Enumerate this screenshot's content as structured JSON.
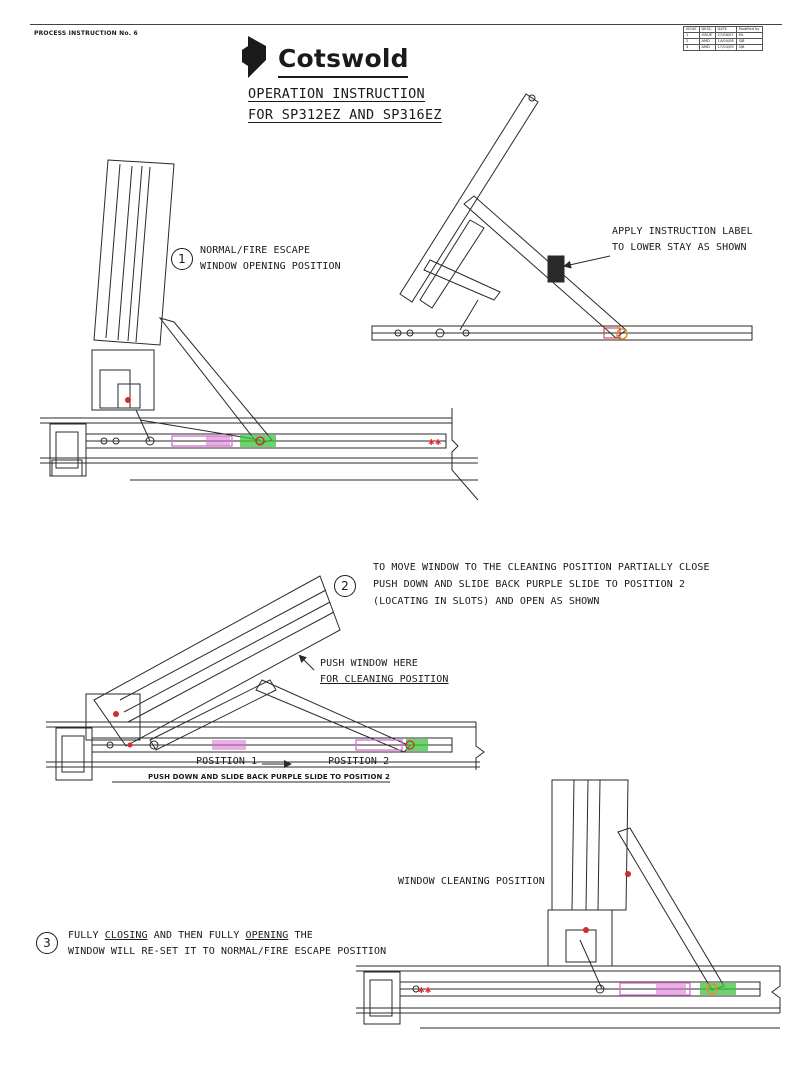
{
  "header": {
    "doc_number": "PROCESS INSTRUCTION No. 6",
    "revision_table": [
      [
        "ISSUE",
        "DESC.",
        "DATE",
        "Modified by"
      ],
      [
        "1",
        "ISSUE",
        "27/08/07",
        "ML"
      ],
      [
        "2",
        "AMD",
        "14/04/08",
        "SJB"
      ],
      [
        "3",
        "AMD",
        "17/04/09",
        "SJB"
      ]
    ]
  },
  "logo": {
    "brand": "Cotswold"
  },
  "title": {
    "line1": "OPERATION INSTRUCTION",
    "line2": "FOR SP312EZ AND SP316EZ"
  },
  "steps": [
    {
      "number": "1",
      "line1": "NORMAL/FIRE ESCAPE",
      "line2": "WINDOW OPENING POSITION"
    },
    {
      "number": "2",
      "line1": "TO MOVE WINDOW TO THE CLEANING POSITION PARTIALLY CLOSE",
      "line2": "PUSH DOWN AND SLIDE BACK  PURPLE SLIDE TO  POSITION 2",
      "line3": " (LOCATING IN SLOTS) AND OPEN AS SHOWN"
    },
    {
      "number": "3",
      "line1_a": "FULLY ",
      "line1_b": "CLOSING",
      "line1_c": " AND THEN FULLY ",
      "line1_d": "OPENING",
      "line1_e": " THE",
      "line2": "WINDOW WILL RE-SET IT TO NORMAL/FIRE ESCAPE POSITION"
    }
  ],
  "callouts": {
    "label_line1": "APPLY INSTRUCTION LABEL",
    "label_line2": "TO LOWER STAY AS SHOWN",
    "push_line1": "PUSH WINDOW HERE",
    "push_line2": "FOR CLEANING POSITION",
    "position1": "POSITION 1",
    "position2": "POSITION 2",
    "slide_caption": "PUSH DOWN AND SLIDE BACK  PURPLE SLIDE TO POSITION 2",
    "cleaning_position": "WINDOW CLEANING POSITION"
  },
  "colors": {
    "line": "#2a2a2a",
    "purple_slide": "#d86fd0",
    "green_stop": "#3cc43c",
    "red_marker": "#d62a2a",
    "orange_marker": "#e0902a"
  }
}
